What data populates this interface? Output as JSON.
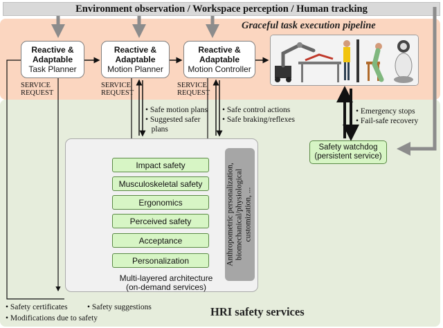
{
  "top_banner": "Environment observation / Workspace perception / Human tracking",
  "pipeline": {
    "title": "Graceful task execution pipeline",
    "modules": [
      {
        "line1": "Reactive &",
        "line2": "Adaptable",
        "line3": "Task Planner"
      },
      {
        "line1": "Reactive &",
        "line2": "Adaptable",
        "line3": "Motion Planner"
      },
      {
        "line1": "Reactive &",
        "line2": "Adaptable",
        "line3": "Motion Controller"
      }
    ],
    "service_request_line1": "SERVICE",
    "service_request_line2": "REQUEST"
  },
  "annotations": {
    "motion_planner": [
      "• Safe motion plans",
      "• Suggested safer",
      "   plans"
    ],
    "motion_controller": [
      "• Safe control actions",
      "• Safe braking/reflexes"
    ],
    "watchdog": [
      "• Emergency stops",
      "• Fail-safe recovery"
    ]
  },
  "services": {
    "title": "HRI safety services",
    "architecture_caption_line1": "Multi-layered architecture",
    "architecture_caption_line2": "(on-demand services)",
    "layers": [
      "Impact safety",
      "Musculoskeletal safety",
      "Ergonomics",
      "Perceived safety",
      "Acceptance",
      "Personalization"
    ],
    "personalization_note": [
      "Anthropometric personalization,",
      "biomechanical/physiological",
      "customization, ..."
    ],
    "watchdog_line1": "Safety watchdog",
    "watchdog_line2": "(persistent service)",
    "outputs": [
      "• Safety certificates",
      "• Safety suggestions",
      "• Modifications due to safety"
    ]
  },
  "colors": {
    "pipeline_zone": "#fbd6c0",
    "services_zone": "#e6eddc",
    "service_box": "#d7f5c5",
    "arrow_gray": "#8c8c8c"
  }
}
